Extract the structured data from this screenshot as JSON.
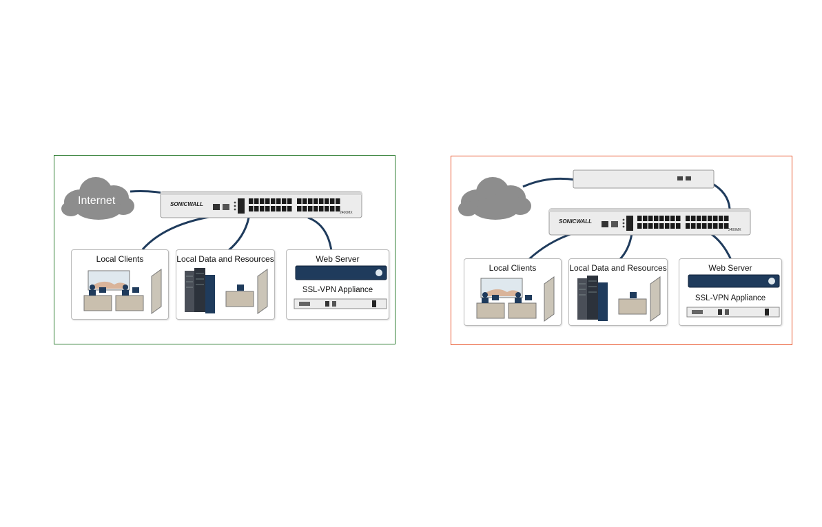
{
  "left_diagram": {
    "cloud_label": "Internet",
    "firewall_brand": "SONICWALL",
    "firewall_model": "2400MX",
    "zones": {
      "clients": "Local Clients",
      "data": "Local Data and Resources",
      "dmz_server": "Web Server",
      "dmz_appliance": "SSL-VPN Appliance"
    }
  },
  "right_diagram": {
    "cloud_label": "",
    "firewall_brand": "SONICWALL",
    "firewall_model": "2400MX",
    "zones": {
      "clients": "Local Clients",
      "data": "Local Data and Resources",
      "dmz_server": "Web Server",
      "dmz_appliance": "SSL-VPN Appliance"
    }
  },
  "colors": {
    "left_border": "#2e7d32",
    "right_border": "#e8542a",
    "cable": "#1f3b5c",
    "cloud": "#8d8d8d"
  }
}
